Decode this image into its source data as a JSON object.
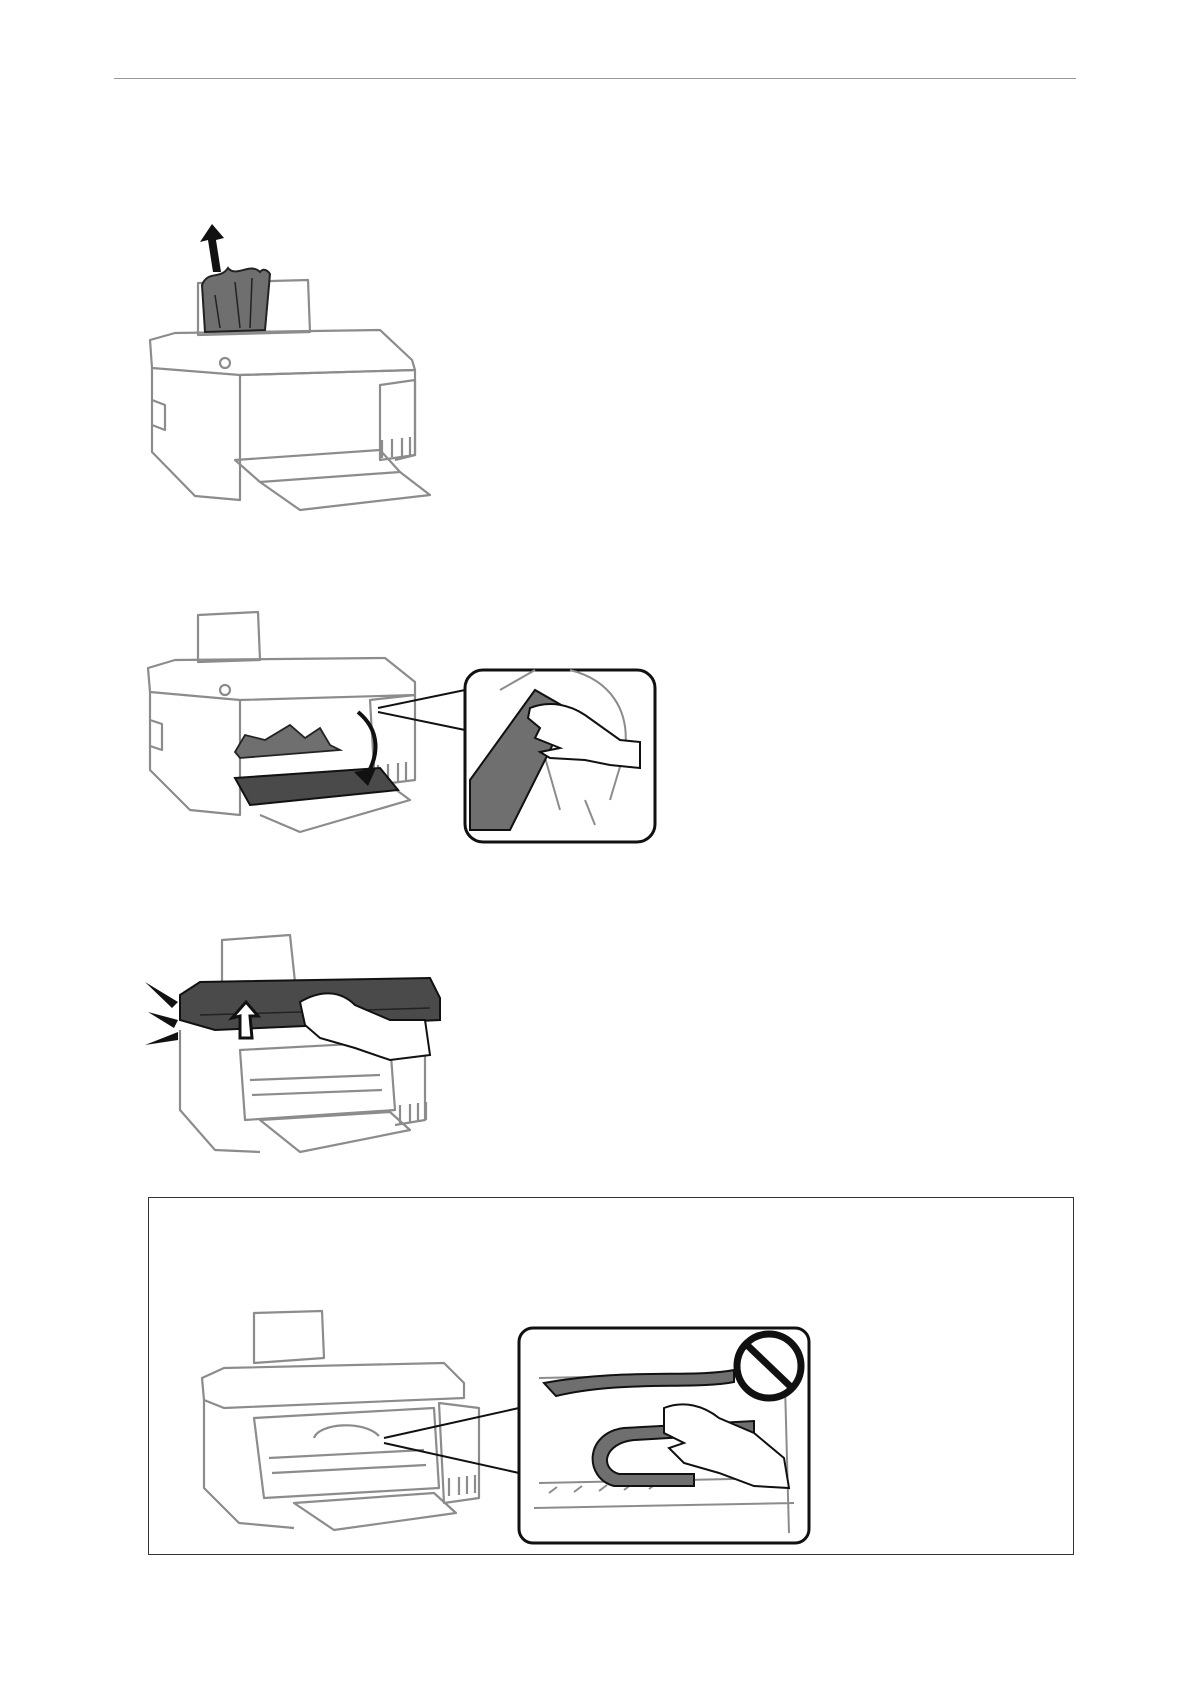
{
  "page": {
    "figures": [
      {
        "name": "remove-jammed-paper-from-rear-feed",
        "icon": "printer-paper-jam-rear-illustration"
      },
      {
        "name": "close-inner-cover",
        "icon": "printer-close-cover-illustration"
      },
      {
        "name": "open-scanner-unit",
        "icon": "printer-open-scanner-illustration"
      }
    ],
    "note": {
      "figure": "do-not-touch-translucent-cable-illustration",
      "prohibition_icon": "no-symbol-icon"
    }
  },
  "colors": {
    "line": "#8c8c8c",
    "dark": "#1a1a1a",
    "paper": "#6f6f6f",
    "cover": "#4a4a4a"
  }
}
